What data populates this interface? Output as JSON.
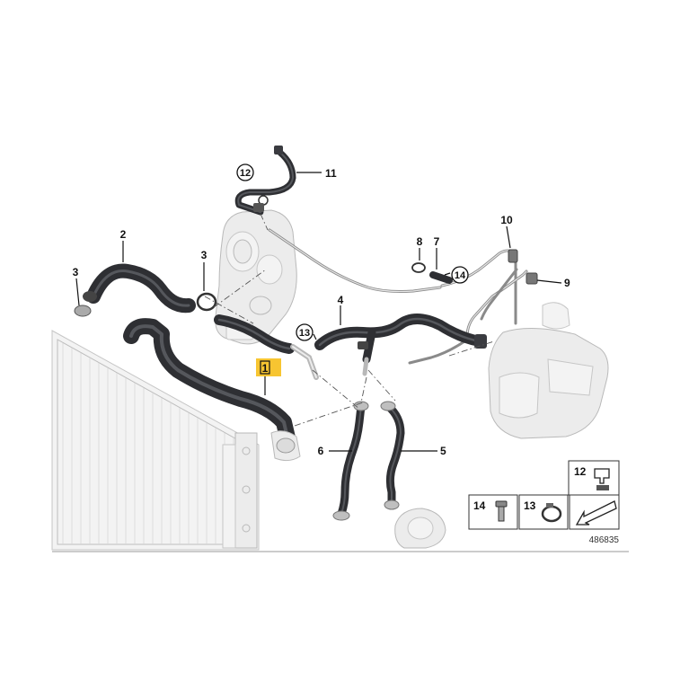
{
  "callouts": {
    "part1": "1",
    "part2": "2",
    "part3a": "3",
    "part3b": "3",
    "part4": "4",
    "part5": "5",
    "part6": "6",
    "part7": "7",
    "part8": "8",
    "part9": "9",
    "part10": "10",
    "part11": "11",
    "part12": "12",
    "part13": "13",
    "part14": "14"
  },
  "legend": {
    "item12": "12",
    "item13": "13",
    "item14": "14"
  },
  "diagram_number": "486835",
  "colors": {
    "highlight": "#f7c531",
    "hose": "#2e2f33",
    "ghost": "#ececec"
  }
}
